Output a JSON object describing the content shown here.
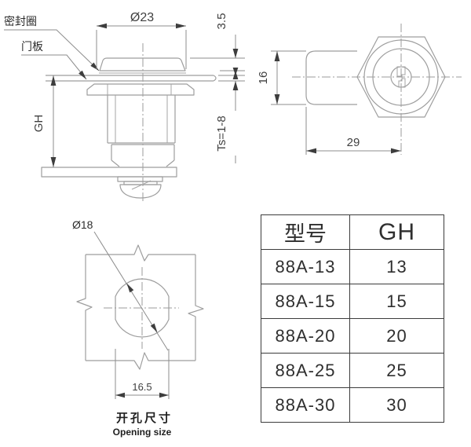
{
  "page": {
    "background": "#ffffff"
  },
  "colors": {
    "part_line": "#9e9e9e",
    "dimension_line": "#8d8d8d",
    "arrow": "#3d3d3d",
    "dimension_text": "#3f3f3f",
    "label_text": "#2d2d2d",
    "table_border": "#3c3c3c",
    "table_text": "#2f2f2f"
  },
  "front_view": {
    "label_seal_ring": "密封圈",
    "label_door_panel": "门板",
    "dim_diameter": "Ø23",
    "dim_head_height": "3.5",
    "dim_grip_height": "GH",
    "dim_panel_thickness": "Ts=1-8"
  },
  "side_view": {
    "dim_height": "16",
    "dim_length": "29"
  },
  "opening_view": {
    "dim_hole_diameter": "Ø18",
    "dim_flat_width": "16.5",
    "caption_zh": "开孔尺寸",
    "caption_en": "Opening size"
  },
  "spec_table": {
    "headers": [
      "型号",
      "GH"
    ],
    "rows": [
      [
        "88A-13",
        "13"
      ],
      [
        "88A-15",
        "15"
      ],
      [
        "88A-20",
        "20"
      ],
      [
        "88A-25",
        "25"
      ],
      [
        "88A-30",
        "30"
      ]
    ]
  }
}
